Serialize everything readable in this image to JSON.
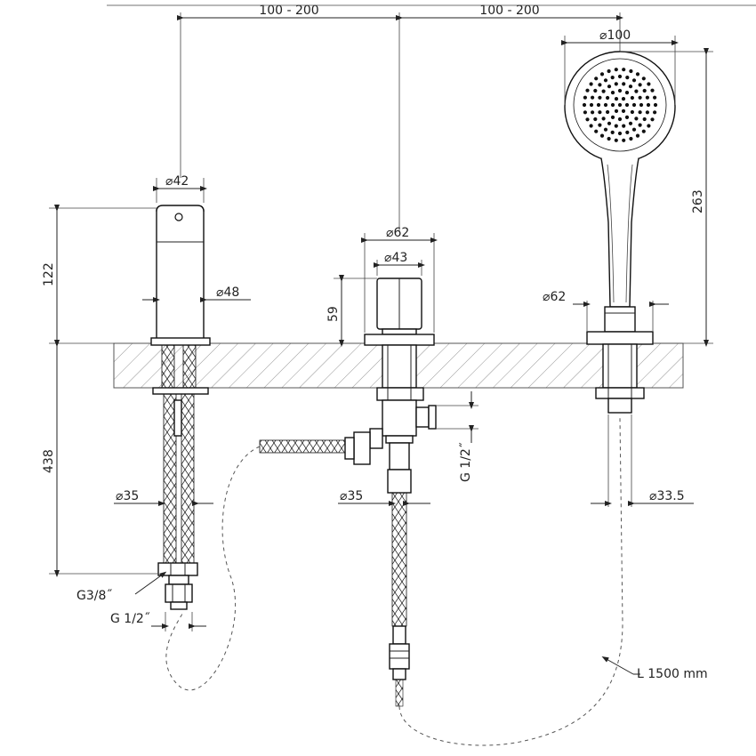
{
  "drawing": {
    "spacing_left": "100  -  200",
    "spacing_right": "100  -  200",
    "spout": {
      "dia_top": "42",
      "dia_body": "48",
      "height_above": "122",
      "length_below": "438",
      "dia_shank": "35",
      "thread_1": "G3/8˝",
      "thread_2": "G  1/2˝"
    },
    "diverter": {
      "dia_outer": "62",
      "dia_knob": "43",
      "height": "59",
      "dia_shank": "35",
      "thread": "G  1/2˝"
    },
    "handshower": {
      "dia_head": "100",
      "height": "263",
      "dia_base": "62",
      "dia_shank": "33.5",
      "hose_length": "L  1500  mm"
    }
  }
}
